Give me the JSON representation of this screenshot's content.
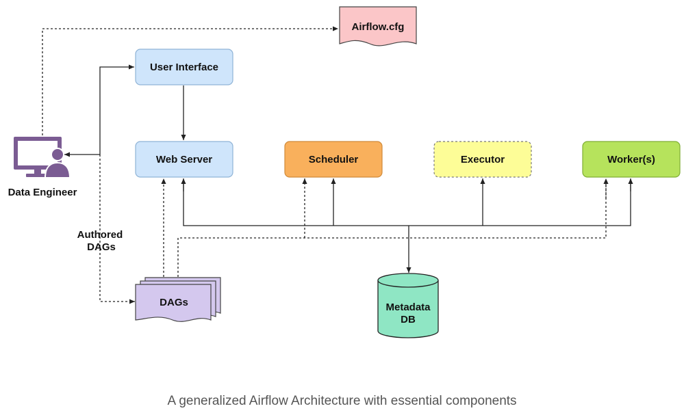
{
  "nodes": {
    "airflow_cfg": "Airflow.cfg",
    "user_interface": "User Interface",
    "web_server": "Web Server",
    "scheduler": "Scheduler",
    "executor": "Executor",
    "workers": "Worker(s)",
    "data_engineer": "Data Engineer",
    "authored_dags_line1": "Authored",
    "authored_dags_line2": "DAGs",
    "dags": "DAGs",
    "metadata_db_line1": "Metadata",
    "metadata_db_line2": "DB"
  },
  "caption": "A generalized Airflow Architecture with essential components",
  "colors": {
    "user_interface": "#cfe5fb",
    "web_server": "#cfe5fb",
    "scheduler": "#f9b05c",
    "executor": "#fdfd97",
    "workers": "#b6e35c",
    "airflow_cfg": "#fbc6c8",
    "dags": "#d4c8ee",
    "metadata_db": "#8fe6c4",
    "data_engineer_icon": "#7b5c93"
  },
  "icons": {
    "data_engineer": "computer-user-icon"
  }
}
